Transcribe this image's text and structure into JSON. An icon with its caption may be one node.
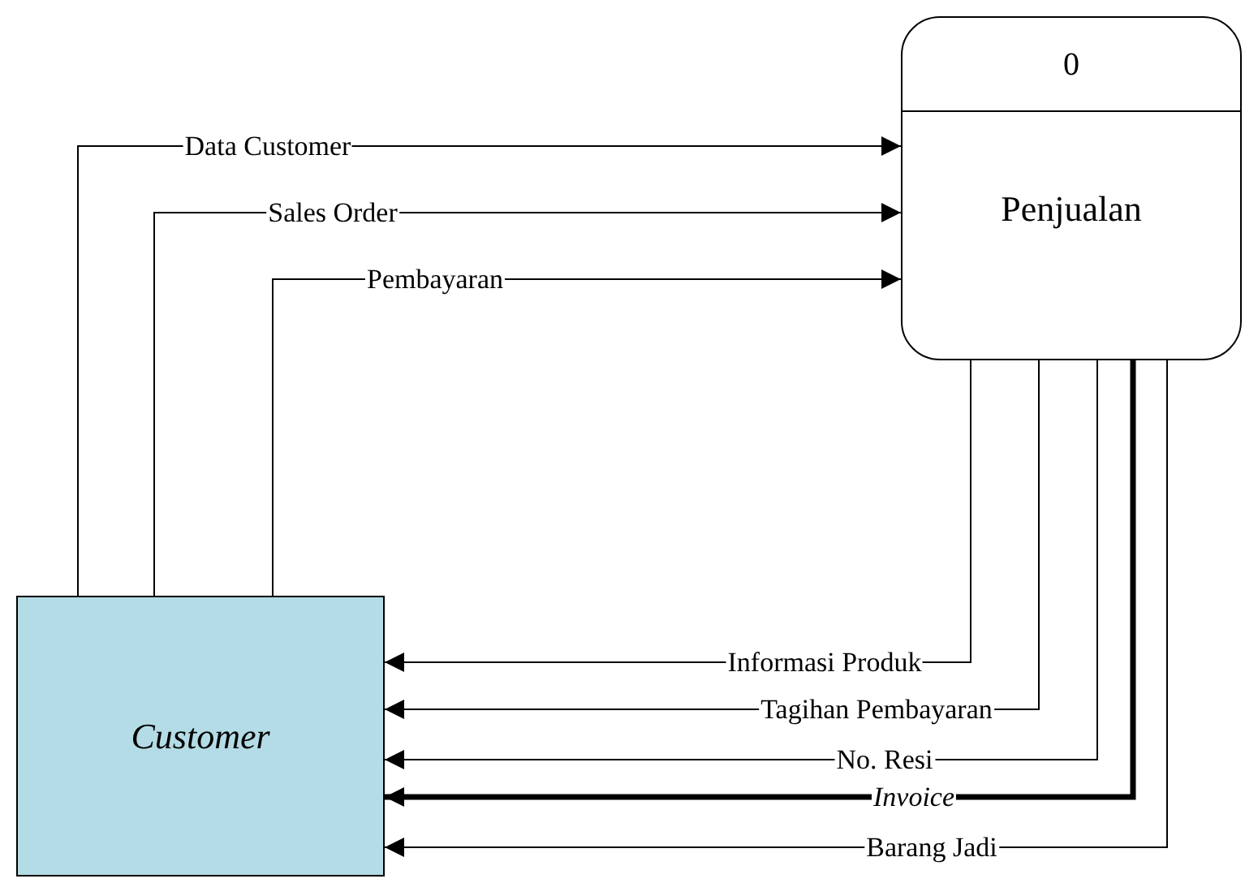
{
  "diagram": {
    "nodes": [
      {
        "text": [
          "0",
          "Penjualan"
        ]
      },
      {
        "text": [
          "Customer"
        ]
      }
    ],
    "edges": [
      {
        "from": 1,
        "to": 0,
        "arrow": "to",
        "label": "Data Customer"
      },
      {
        "from": 1,
        "to": 0,
        "arrow": "to",
        "label": "Sales Order"
      },
      {
        "from": 1,
        "to": 0,
        "arrow": "to",
        "label": "Pembayaran"
      },
      {
        "from": 0,
        "to": 1,
        "arrow": "to",
        "label": "Informasi Produk"
      },
      {
        "from": 0,
        "to": 1,
        "arrow": "to",
        "label": "Tagihan Pembayaran"
      },
      {
        "from": 0,
        "to": 1,
        "arrow": "to",
        "label": "No. Resi"
      },
      {
        "from": 0,
        "to": 1,
        "arrow": "to",
        "label": "Invoice",
        "style": "thick"
      },
      {
        "from": 0,
        "to": 1,
        "arrow": "to",
        "label": "Barang Jadi"
      }
    ]
  }
}
